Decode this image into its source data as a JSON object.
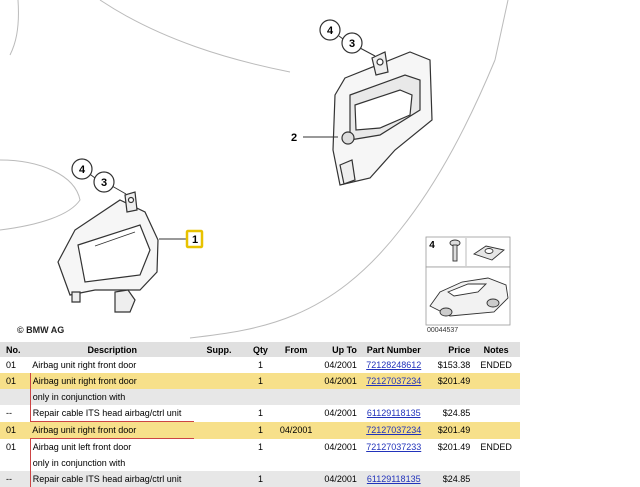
{
  "diagram": {
    "callouts": {
      "c4a": "4",
      "c3a": "3",
      "c2": "2",
      "c4b": "4",
      "c3b": "3",
      "c1": "1",
      "c4c": "4"
    },
    "copyright": "© BMW AG",
    "diagram_id": "00044537"
  },
  "table": {
    "headers": [
      "No.",
      "Description",
      "Supp.",
      "Qty",
      "From",
      "Up To",
      "Part Number",
      "Price",
      "Notes"
    ],
    "rows": [
      {
        "no": "01",
        "desc": "Airbag unit right front door",
        "supp": "",
        "qty": "1",
        "from": "",
        "upto": "04/2001",
        "pn": "72128248612",
        "price": "$153.38",
        "notes": "ENDED"
      },
      {
        "no": "01",
        "desc": "Airbag unit right front door",
        "supp": "",
        "qty": "1",
        "from": "",
        "upto": "04/2001",
        "pn": "72127037234",
        "price": "$201.49",
        "notes": ""
      },
      {
        "no": "",
        "desc": "only in conjunction with",
        "supp": "",
        "qty": "",
        "from": "",
        "upto": "",
        "pn": "",
        "price": "",
        "notes": ""
      },
      {
        "no": "--",
        "desc": "Repair cable ITS head airbag/ctrl unit",
        "supp": "",
        "qty": "1",
        "from": "",
        "upto": "04/2001",
        "pn": "61129118135",
        "price": "$24.85",
        "notes": ""
      },
      {
        "no": "01",
        "desc": "Airbag unit right front door",
        "supp": "",
        "qty": "1",
        "from": "04/2001",
        "upto": "",
        "pn": "72127037234",
        "price": "$201.49",
        "notes": ""
      },
      {
        "no": "01",
        "desc": "Airbag unit left front door",
        "supp": "",
        "qty": "1",
        "from": "",
        "upto": "04/2001",
        "pn": "72127037233",
        "price": "$201.49",
        "notes": "ENDED"
      },
      {
        "no": "",
        "desc": "only in conjunction with",
        "supp": "",
        "qty": "",
        "from": "",
        "upto": "",
        "pn": "",
        "price": "",
        "notes": ""
      },
      {
        "no": "--",
        "desc": "Repair cable ITS head airbag/ctrl unit",
        "supp": "",
        "qty": "1",
        "from": "",
        "upto": "04/2001",
        "pn": "61129118135",
        "price": "$24.85",
        "notes": ""
      }
    ]
  }
}
